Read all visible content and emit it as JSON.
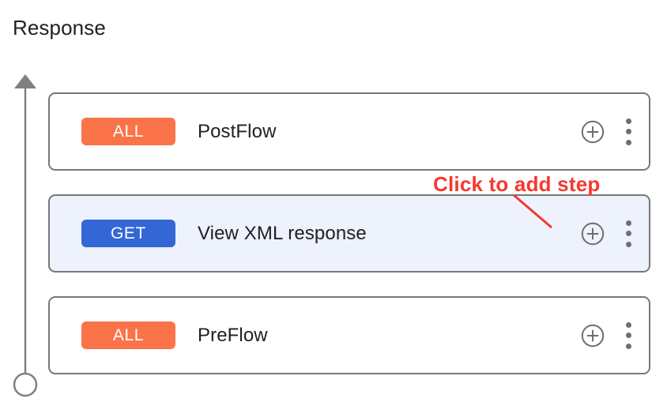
{
  "page": {
    "title": "Response"
  },
  "timeline": {
    "direction": "upward-arrow",
    "start_marker": "open-circle",
    "color": "#808080"
  },
  "annotation": {
    "text": "Click to add step",
    "color": "#f4392f",
    "points_to": "add-step-icon-row-2"
  },
  "icons": {
    "add_step": "plus-circle-icon",
    "overflow_menu": "kebab-menu-icon",
    "arrow_head": "arrow-up-icon",
    "rail_endpoint": "circle-outline-icon"
  },
  "colors": {
    "badge_all": "#fb7349",
    "badge_get": "#3367d6",
    "row_border": "#787878",
    "row_selected_bg": "#edf2fc",
    "icon_gray": "#6e6e6e",
    "annotation_red": "#f4392f"
  },
  "rows": [
    {
      "verb": "ALL",
      "verb_style": "all",
      "label": "PostFlow",
      "selected": false
    },
    {
      "verb": "GET",
      "verb_style": "get",
      "label": "View XML response",
      "selected": true
    },
    {
      "verb": "ALL",
      "verb_style": "all",
      "label": "PreFlow",
      "selected": false
    }
  ]
}
